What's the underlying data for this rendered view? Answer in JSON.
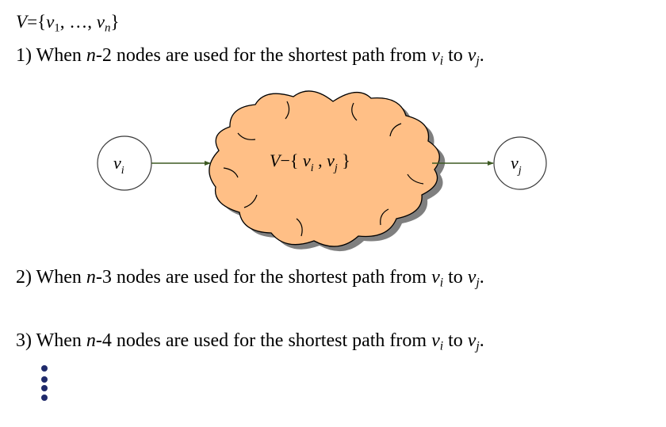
{
  "header": {
    "set_var": "V",
    "set_eq": "={",
    "set_first": "v",
    "set_first_sub": "1",
    "set_ellipsis": ", …, ",
    "set_last": "v",
    "set_last_sub": "n",
    "set_close": "}"
  },
  "steps": [
    {
      "num": "1) When ",
      "count": "n",
      "count_rest": "-2 nodes  are used for the shortest path from ",
      "from": "v",
      "from_sub": "i",
      "mid": " to ",
      "to": "v",
      "to_sub": "j",
      "end": "."
    },
    {
      "num": "2) When  ",
      "count": "n",
      "count_rest": "-3 nodes are used for the shortest path from ",
      "from": "v",
      "from_sub": "i",
      "mid": " to ",
      "to": "v",
      "to_sub": "j",
      "end": "."
    },
    {
      "num": "3) When  ",
      "count": "n",
      "count_rest": "-4 nodes are used for the shortest path from ",
      "from": "v",
      "from_sub": "i",
      "mid": " to ",
      "to": "v",
      "to_sub": "j",
      "end": "."
    }
  ],
  "diagram": {
    "left_node": {
      "label": "v",
      "sub": "i"
    },
    "right_node": {
      "label": "v",
      "sub": "j"
    },
    "cloud": {
      "prefix": "V",
      "open": "−{ ",
      "first": "v",
      "first_sub": "i",
      "sep": " , ",
      "second": "v",
      "second_sub": "j",
      "close": " }"
    },
    "colors": {
      "cloud_fill": "#FFBF86",
      "cloud_shadow": "#7f7f7f",
      "arrow": "#3d5a22",
      "bullet": "#1f2a6b"
    }
  }
}
